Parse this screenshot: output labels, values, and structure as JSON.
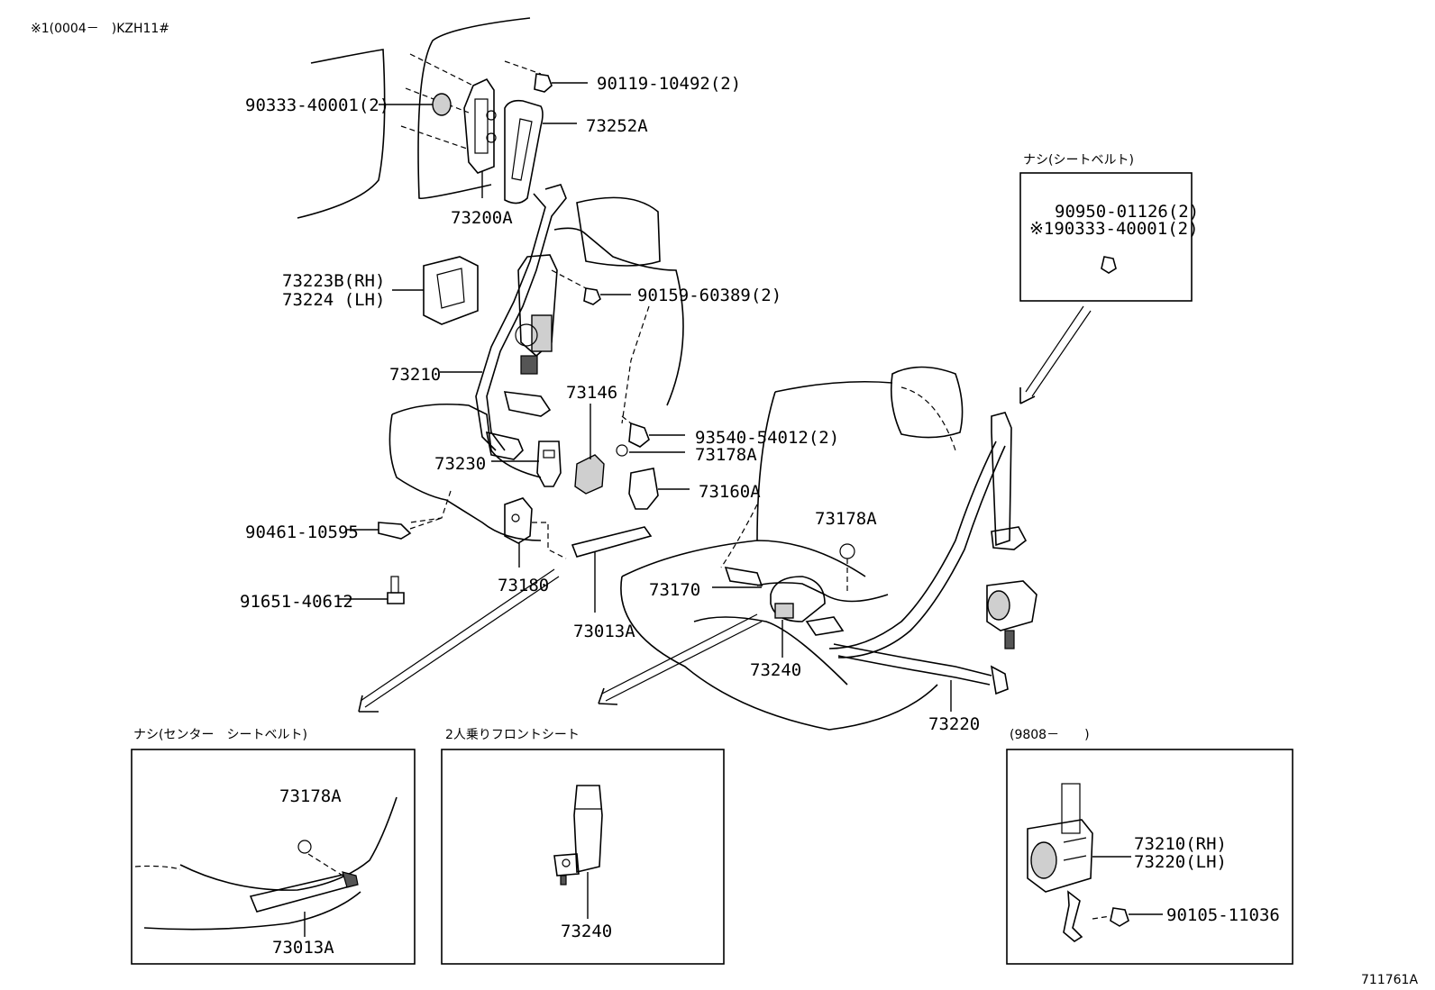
{
  "header": {
    "note": "※1(0004－　)KZH11#"
  },
  "figure_number": "711761A",
  "labels": {
    "p90119": "90119-10492(2)",
    "p90333": "90333-40001(2)",
    "p73252A": "73252A",
    "p73200A": "73200A",
    "p73223B": "73223B(RH)",
    "p73224": "73224 (LH)",
    "p90159": "90159-60389(2)",
    "p73210": "73210",
    "p73146": "73146",
    "p93540": "93540-54012(2)",
    "p73178A_a": "73178A",
    "p73230": "73230",
    "p73160A": "73160A",
    "p90461": "90461-10595",
    "p91651": "91651-40612",
    "p73180": "73180",
    "p73013A": "73013A",
    "p73178A_b": "73178A",
    "p73170": "73170",
    "p73240": "73240",
    "p73220": "73220"
  },
  "inset_top_right": {
    "title": "ナシ(シートベルト)",
    "line1": "90950-01126(2)",
    "line2": "※190333-40001(2)"
  },
  "inset_center_belt": {
    "title": "ナシ(センター　シートベルト)",
    "p73178A": "73178A",
    "p73013A": "73013A"
  },
  "inset_two_seat": {
    "title": "2人乗りフロントシート",
    "p73240": "73240"
  },
  "inset_9808": {
    "title": "(9808－　　)",
    "p73210": "73210(RH)",
    "p73220": "73220(LH)",
    "p90105": "90105-11036"
  }
}
